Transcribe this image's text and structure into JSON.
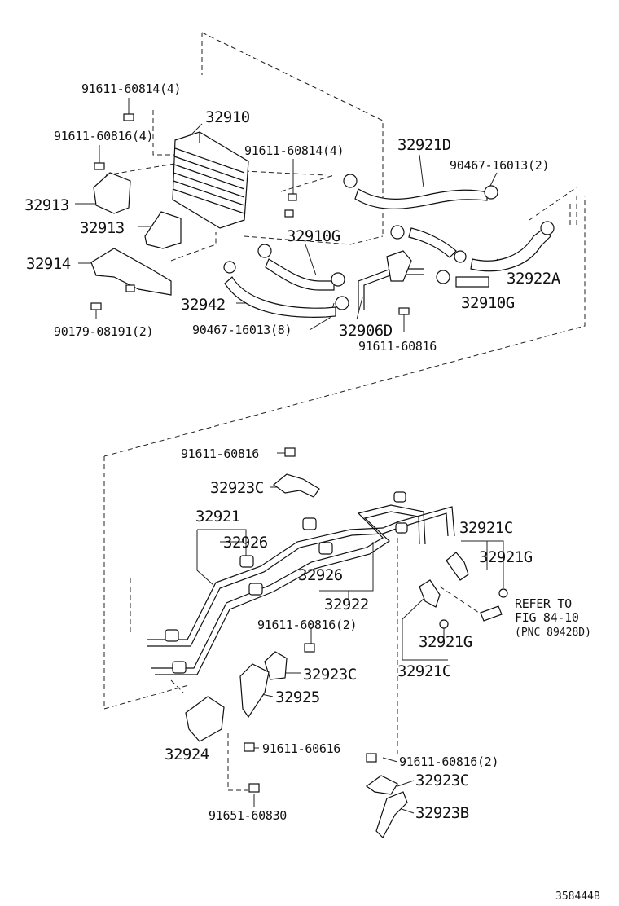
{
  "colors": {
    "ink": "#111111",
    "background": "#ffffff"
  },
  "labels": [
    {
      "id": "l1",
      "text": "91611-60814(4)",
      "size": "med"
    },
    {
      "id": "l2",
      "text": "91611-60816(4)",
      "size": "med"
    },
    {
      "id": "l3",
      "text": "32910",
      "size": "big"
    },
    {
      "id": "l4",
      "text": "91611-60814(4)",
      "size": "med"
    },
    {
      "id": "l5",
      "text": "32921D",
      "size": "big"
    },
    {
      "id": "l6",
      "text": "90467-16013(2)",
      "size": "med"
    },
    {
      "id": "l7",
      "text": "32913",
      "size": "big"
    },
    {
      "id": "l8",
      "text": "32913",
      "size": "big"
    },
    {
      "id": "l9",
      "text": "32910G",
      "size": "big"
    },
    {
      "id": "l10",
      "text": "32914",
      "size": "big"
    },
    {
      "id": "l11",
      "text": "32922A",
      "size": "big"
    },
    {
      "id": "l12",
      "text": "32942",
      "size": "big"
    },
    {
      "id": "l13",
      "text": "32910G",
      "size": "big"
    },
    {
      "id": "l14",
      "text": "90467-16013(8)",
      "size": "med"
    },
    {
      "id": "l15",
      "text": "32906D",
      "size": "big"
    },
    {
      "id": "l16",
      "text": "90179-08191(2)",
      "size": "med"
    },
    {
      "id": "l17",
      "text": "91611-60816",
      "size": "med"
    },
    {
      "id": "l18",
      "text": "91611-60816",
      "size": "med"
    },
    {
      "id": "l19",
      "text": "32923C",
      "size": "big"
    },
    {
      "id": "l20",
      "text": "32921",
      "size": "big"
    },
    {
      "id": "l21",
      "text": "32926",
      "size": "big"
    },
    {
      "id": "l22",
      "text": "32921C",
      "size": "big"
    },
    {
      "id": "l23",
      "text": "32921G",
      "size": "big"
    },
    {
      "id": "l24",
      "text": "32926",
      "size": "big"
    },
    {
      "id": "l25",
      "text": "32922",
      "size": "big"
    },
    {
      "id": "l26",
      "text": "REFER TO",
      "size": "med"
    },
    {
      "id": "l27",
      "text": "FIG 84-10",
      "size": "med"
    },
    {
      "id": "l28",
      "text": "(PNC 89428D)",
      "size": "sml"
    },
    {
      "id": "l29",
      "text": "91611-60816(2)",
      "size": "med"
    },
    {
      "id": "l30",
      "text": "32921G",
      "size": "big"
    },
    {
      "id": "l31",
      "text": "32923C",
      "size": "big"
    },
    {
      "id": "l32",
      "text": "32921C",
      "size": "big"
    },
    {
      "id": "l33",
      "text": "32925",
      "size": "big"
    },
    {
      "id": "l34",
      "text": "32924",
      "size": "big"
    },
    {
      "id": "l35",
      "text": "91611-60616",
      "size": "med"
    },
    {
      "id": "l36",
      "text": "91611-60816(2)",
      "size": "med"
    },
    {
      "id": "l37",
      "text": "32923C",
      "size": "big"
    },
    {
      "id": "l38",
      "text": "32923B",
      "size": "big"
    },
    {
      "id": "l39",
      "text": "91651-60830",
      "size": "med"
    },
    {
      "id": "l40",
      "text": "358444B",
      "size": "sml"
    }
  ]
}
